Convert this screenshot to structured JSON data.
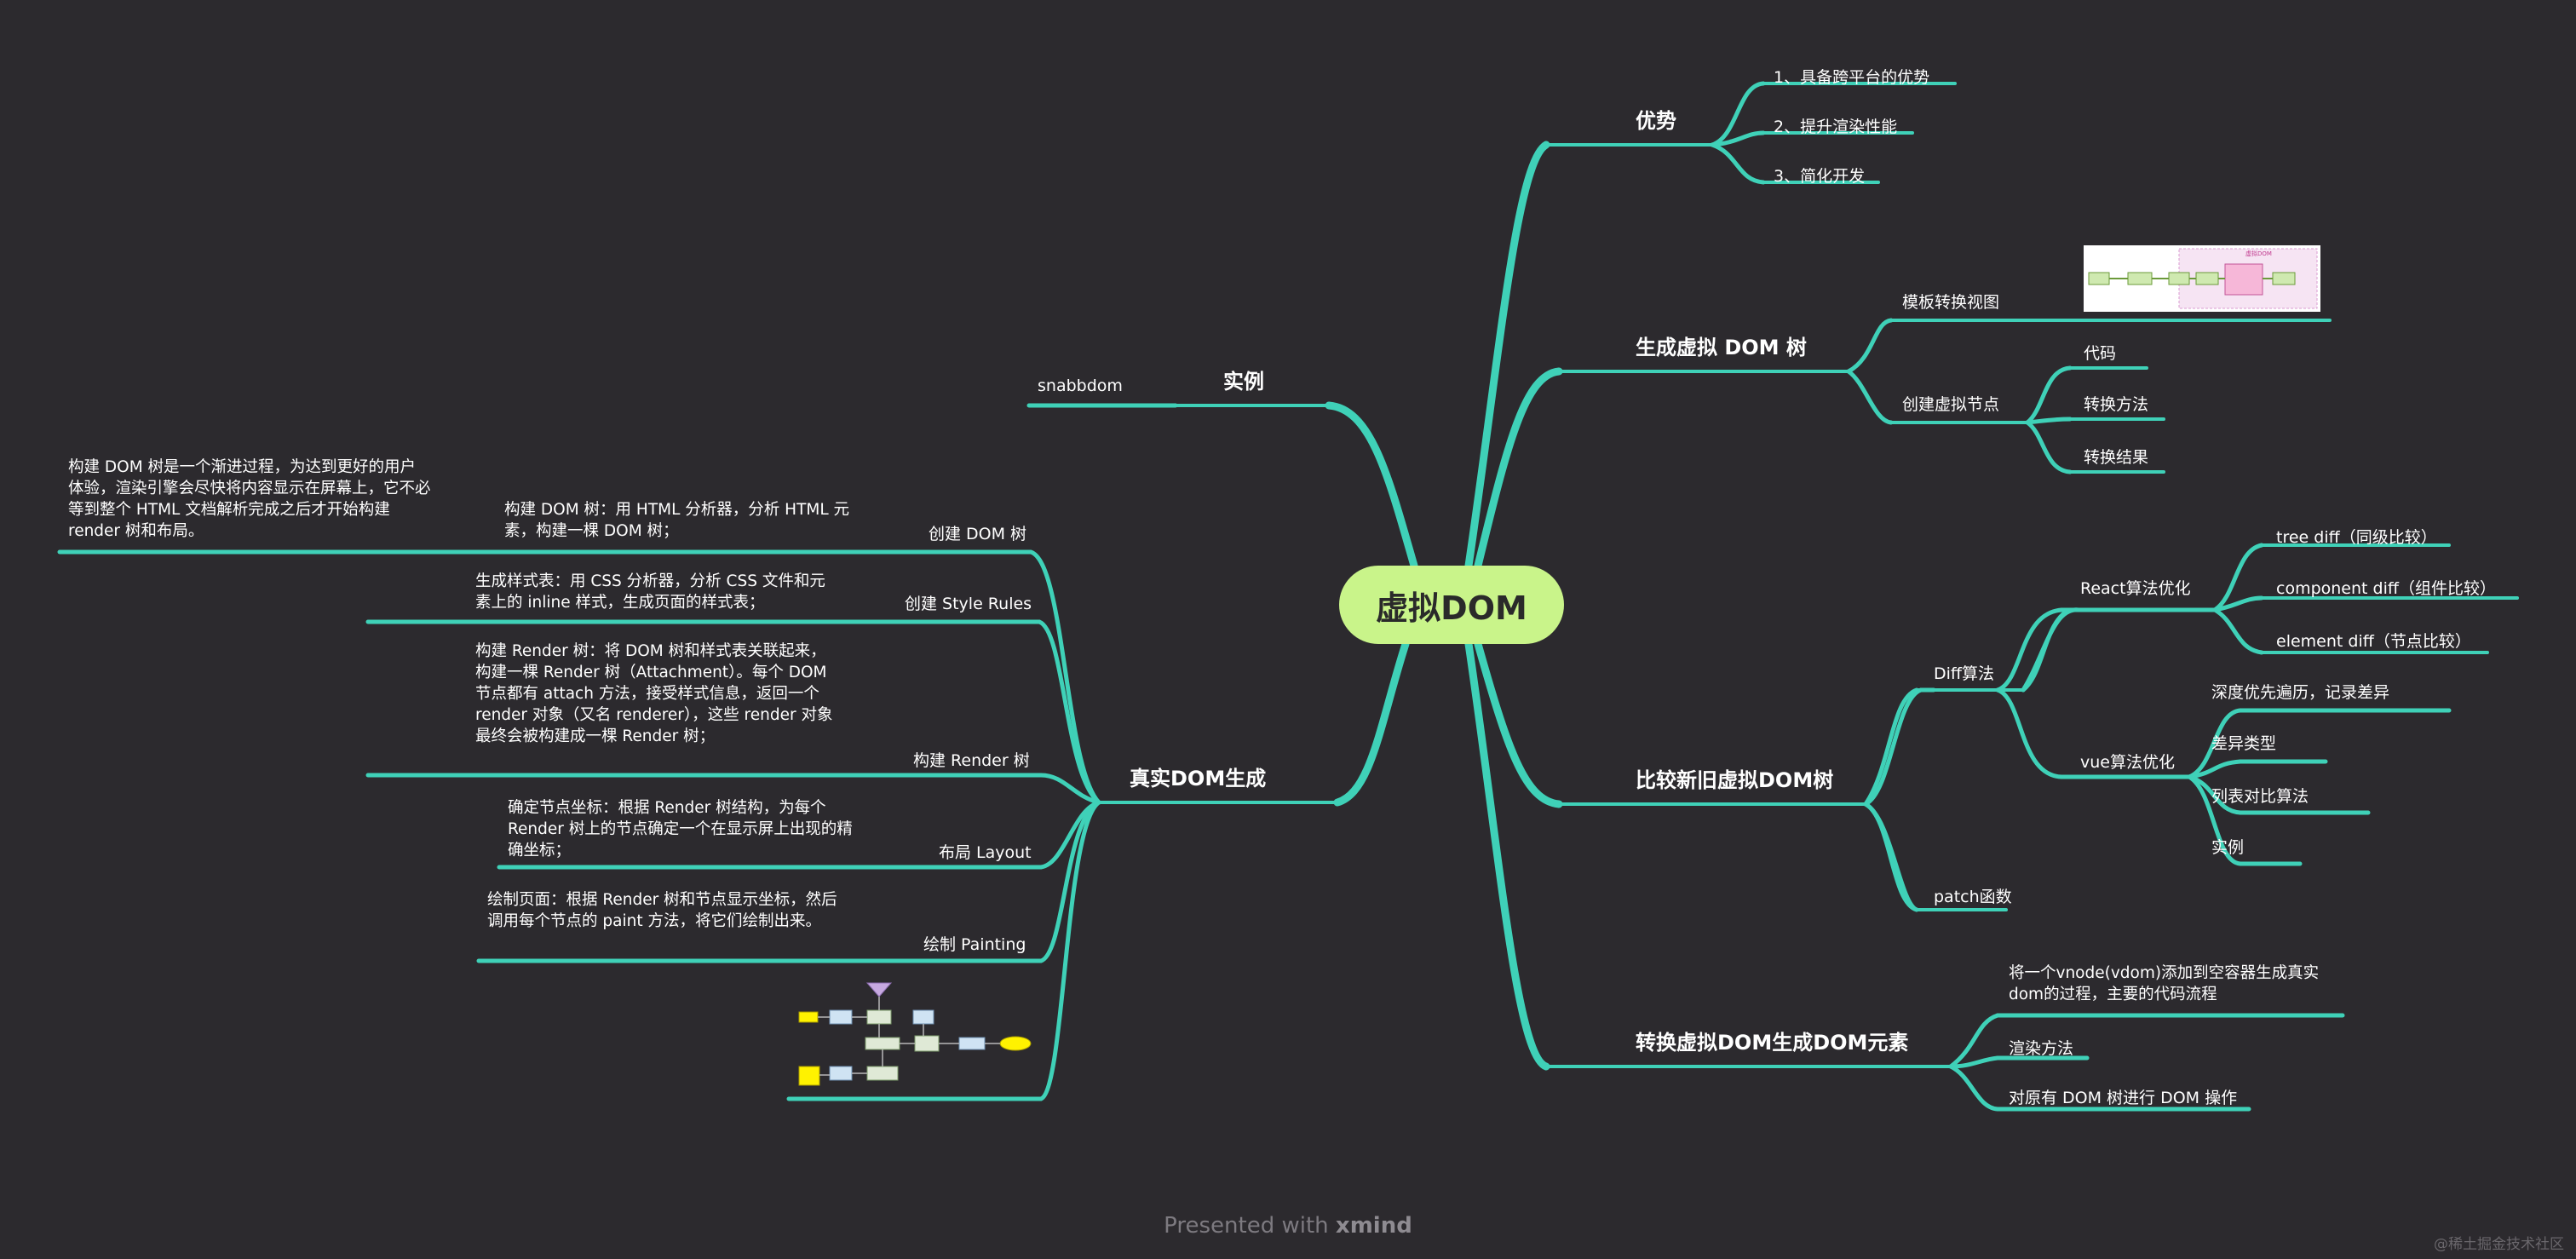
{
  "root": "虚拟DOM",
  "branches": {
    "advantages": {
      "title": "优势",
      "items": [
        "1、具备跨平台的优势",
        "2、提升渲染性能",
        "3、简化开发"
      ]
    },
    "generate": {
      "title": "生成虚拟 DOM 树",
      "template": "模板转换视图",
      "create_node": "创建虚拟节点",
      "create_items": [
        "代码",
        "转换方法",
        "转换结果"
      ],
      "thumb_title": "虚拟DOM"
    },
    "compare": {
      "title": "比较新旧虚拟DOM树",
      "diff": "Diff算法",
      "react": "React算法优化",
      "react_items": [
        "tree diff（同级比较）",
        "component diff（组件比较）",
        "element diff（节点比较）"
      ],
      "vue": "vue算法优化",
      "vue_items": [
        "深度优先遍历，记录差异",
        "差异类型",
        "列表对比算法",
        "实例"
      ],
      "patch": "patch函数"
    },
    "convert": {
      "title": "转换虚拟DOM生成DOM元素",
      "items": [
        "将一个vnode(vdom)添加到空容器生成真实dom的过程，主要的代码流程",
        "渲染方法",
        "对原有 DOM 树进行 DOM 操作"
      ]
    },
    "example": {
      "title": "实例",
      "items": [
        "snabbdom"
      ]
    },
    "real": {
      "title": "真实DOM生成",
      "steps": [
        {
          "label": "创建 DOM 树",
          "desc": "构建 DOM 树：用 HTML 分析器，分析 HTML 元素，构建一棵 DOM 树；",
          "note": "构建 DOM 树是一个渐进过程，为达到更好的用户体验，渲染引擎会尽快将内容显示在屏幕上，它不必等到整个 HTML 文档解析完成之后才开始构建 render 树和布局。"
        },
        {
          "label": "创建 Style Rules",
          "desc": "生成样式表：用 CSS 分析器，分析 CSS 文件和元素上的 inline 样式，生成页面的样式表；"
        },
        {
          "label": "构建 Render 树",
          "desc": "构建 Render 树：将 DOM 树和样式表关联起来，构建一棵 Render 树（Attachment）。每个 DOM 节点都有 attach 方法，接受样式信息，返回一个 render 对象（又名 renderer），这些 render 对象最终会被构建成一棵 Render 树；"
        },
        {
          "label": "布局 Layout",
          "desc": "确定节点坐标：根据 Render 树结构，为每个 Render 树上的节点确定一个在显示屏上出现的精确坐标；"
        },
        {
          "label": "绘制 Painting",
          "desc": "绘制页面：根据 Render 树和节点显示坐标，然后调用每个节点的 paint 方法，将它们绘制出来。"
        }
      ]
    }
  },
  "footer": {
    "prefix": "Presented with ",
    "brand": "xmind"
  },
  "watermark": "@稀土掘金技术社区",
  "colors": {
    "background": "#2c2a2e",
    "branch": "#3fd1b8",
    "root_fill": "#c9f48a",
    "root_text": "#2a2a2a"
  }
}
